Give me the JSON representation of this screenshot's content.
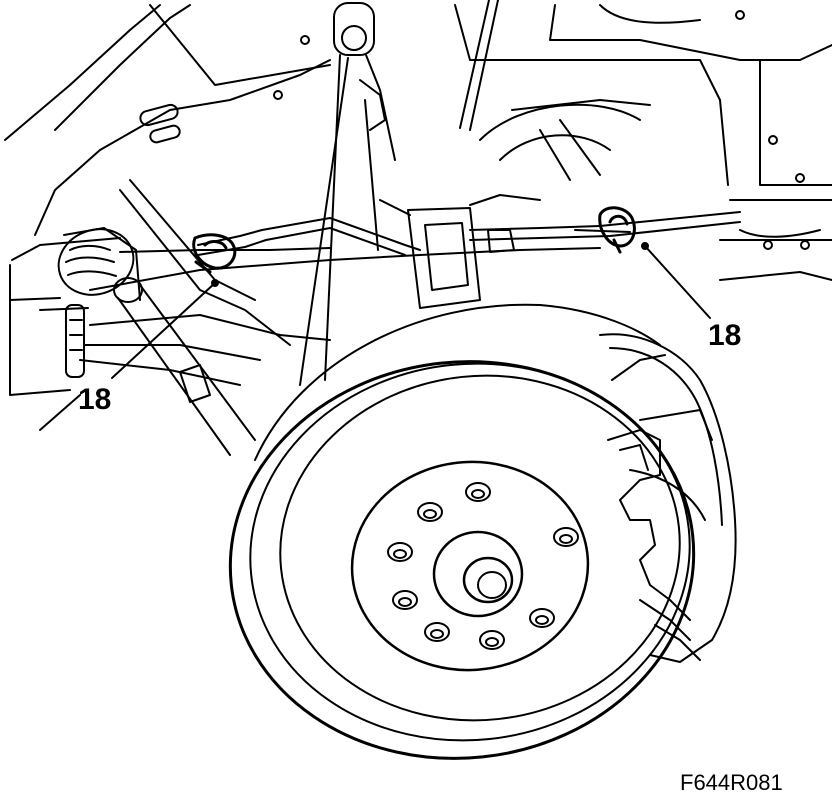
{
  "diagram": {
    "callouts": [
      {
        "id": "left",
        "label": "18"
      },
      {
        "id": "right",
        "label": "18"
      }
    ],
    "figure_id": "F644R081"
  },
  "colors": {
    "ink": "#000000",
    "paper": "#ffffff"
  }
}
